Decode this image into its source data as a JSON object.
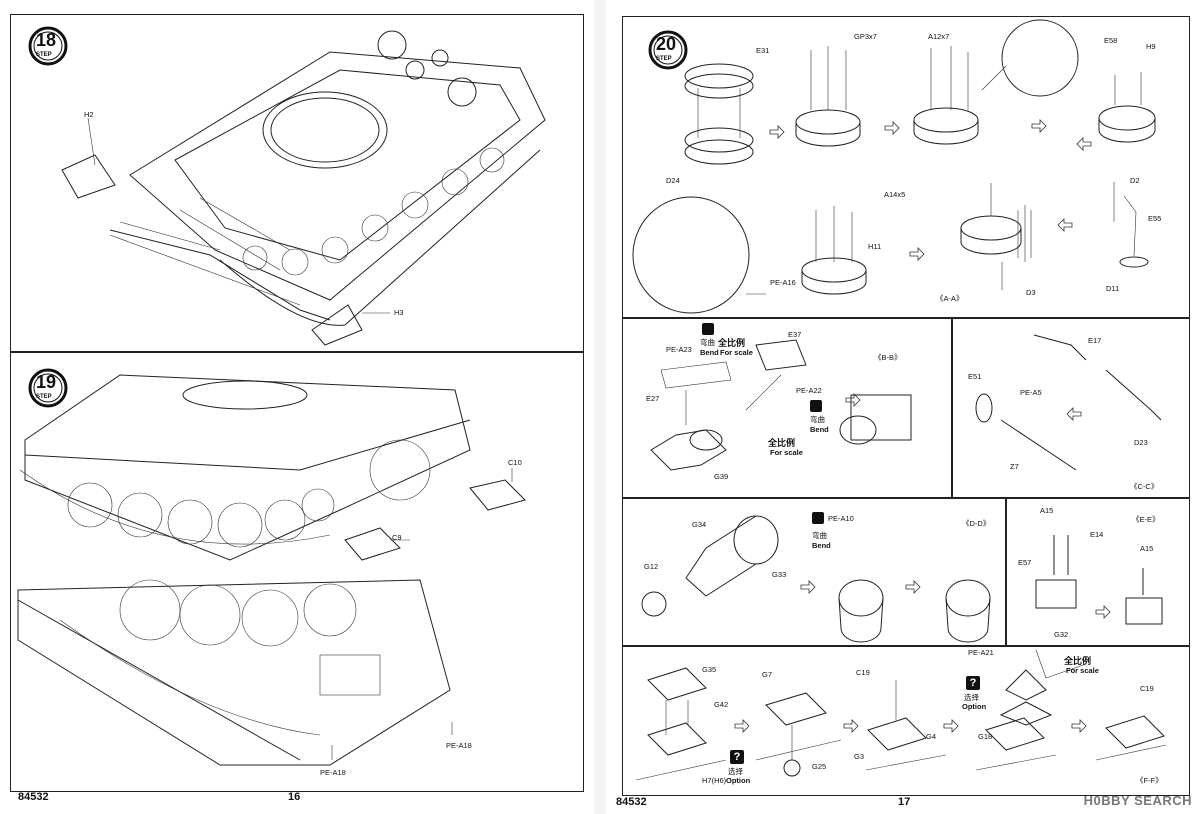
{
  "left_page": {
    "page_number": "16",
    "catalog_number": "84532",
    "steps": [
      {
        "number": "18",
        "step_word": "STEP",
        "parts": [
          "H2",
          "H3"
        ]
      },
      {
        "number": "19",
        "step_word": "STEP",
        "parts": [
          "C10",
          "C9",
          "PE-A18",
          "PE-A18"
        ]
      }
    ]
  },
  "right_page": {
    "page_number": "17",
    "catalog_number": "84532",
    "step": {
      "number": "20",
      "step_word": "STEP"
    },
    "parts_top": [
      "E31",
      "D24",
      "GP3x7",
      "A12x7",
      "E58",
      "H9",
      "A14x5",
      "H11",
      "PE-A16",
      "D3",
      "D2",
      "E55",
      "D11"
    ],
    "views": [
      "《A-A》",
      "《B-B》",
      "《C-C》",
      "《D-D》",
      "《E-E》",
      "《F-F》"
    ],
    "box_bb": {
      "parts": [
        "PE-A23",
        "E37",
        "PE-A22",
        "E27",
        "G39"
      ],
      "bend_cn": "弯曲",
      "bend": "Bend",
      "scale_cn": "全比例",
      "scale": "For scale"
    },
    "box_cc": {
      "parts": [
        "E17",
        "E51",
        "PE-A5",
        "D23",
        "Z7"
      ]
    },
    "box_dd": {
      "parts": [
        "G34",
        "G12",
        "G33",
        "PE-A10"
      ],
      "bend_cn": "弯曲",
      "bend": "Bend"
    },
    "box_ee": {
      "parts": [
        "A15",
        "E14",
        "E57",
        "A15",
        "G32"
      ]
    },
    "box_ff": {
      "parts": [
        "G35",
        "G42",
        "H7(H6)",
        "G7",
        "G25",
        "C19",
        "G3",
        "G4",
        "PE-A21",
        "G18",
        "C19"
      ],
      "option_cn": "选择",
      "option": "Option",
      "scale_cn": "全比例",
      "scale": "For scale"
    }
  },
  "watermark": "H0BBY SEARCH"
}
